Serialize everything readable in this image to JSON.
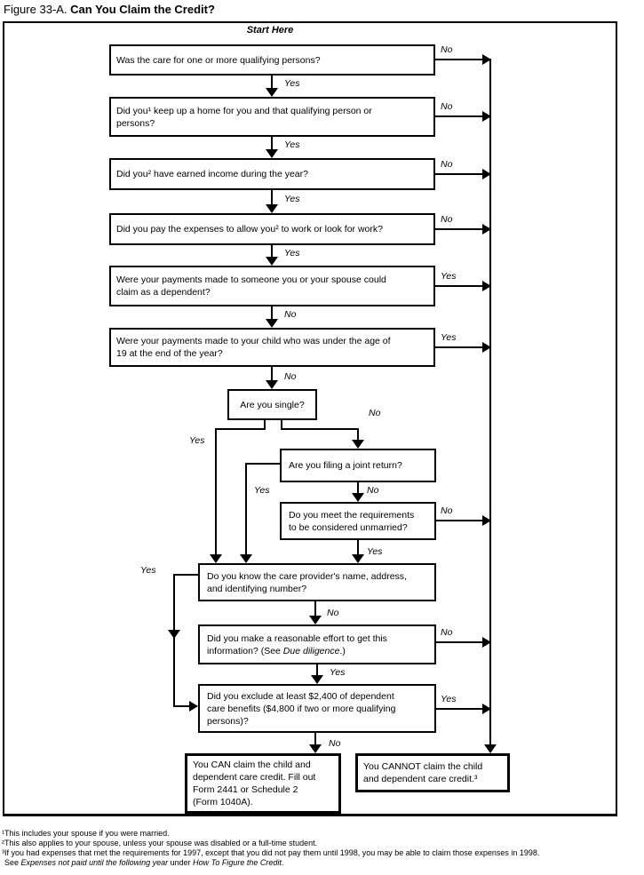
{
  "title": {
    "figure": "Figure 33-A. ",
    "main": "Can You Claim the Credit?"
  },
  "start_here": "Start Here",
  "labels": {
    "yes": "Yes",
    "no": "No"
  },
  "colors": {
    "ink": "#000000",
    "background": "#ffffff"
  },
  "boxes": {
    "q_qualifying": "Was the care for one or more qualifying persons?",
    "q_home": "Did you¹ keep up a home for you and that qualifying person or\npersons?",
    "q_income": "Did you² have earned income during the year?",
    "q_expenses": "Did you pay the expenses to allow you² to work or look for work?",
    "q_dependent": "Were your payments made to someone you or your spouse could\nclaim as a dependent?",
    "q_child19": "Were your payments made to your child who was under the age of\n19 at the end of the year?",
    "q_single": "Are you single?",
    "q_joint": "Are you filing a joint return?",
    "q_unmarried": "Do you meet the requirements\nto be considered unmarried?",
    "q_provider": "Do you know the care provider's name, address,\nand identifying number?",
    "q_effort": {
      "pre": "Did you make a reasonable effort to get this\ninformation? (See ",
      "italic": "Due diligence",
      "post": ".)"
    },
    "q_exclude": "Did you exclude at least $2,400 of dependent\ncare benefits ($4,800 if two or more qualifying\npersons)?",
    "result_can": "You CAN claim the child and\ndependent care credit. Fill out\nForm 2441 or Schedule 2\n(Form 1040A).",
    "result_cannot": "You CANNOT claim the child\nand dependent care credit.³"
  },
  "footnotes": {
    "fn1": "¹This includes your spouse if you were married.",
    "fn2": "²This also applies to your spouse, unless your spouse was disabled or a full-time student.",
    "fn3": "³If you had expenses that met the requirements for 1997, except that you did not pay them until 1998, you may be able to claim those expenses in 1998.",
    "fn4": {
      "see": "See ",
      "italic1": "Expenses not paid until the following year",
      "under": " under ",
      "italic2": "How To Figure the Credit",
      "period": "."
    }
  }
}
